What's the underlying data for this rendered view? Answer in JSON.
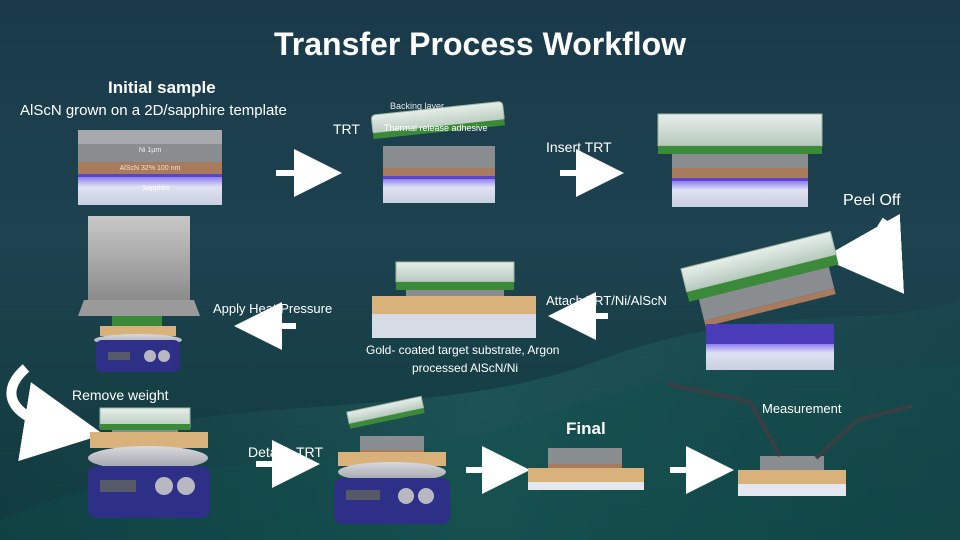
{
  "title": "Transfer Process Workflow",
  "labels": {
    "initial_sample": "Initial sample",
    "initial_sub": "AlScN grown on a 2D/sapphire template",
    "trt": "TRT",
    "backing_layer": "Backing layer",
    "thermal_adhesive": "Thermal release adhesive",
    "insert_trt": "Insert TRT",
    "peel_off": "Peel Off",
    "attach": "Attach TRT/Ni/AlScN",
    "apply_heat": "Apply Heat/Pressure",
    "gold_caption_1": "Gold- coated target substrate, Argon",
    "gold_caption_2": "processed AlScN/Ni",
    "remove_weight": "Remove weight",
    "detach_trt": "Detach TRT",
    "final": "Final",
    "measurement": "Measurement"
  },
  "layers": {
    "ni": "Ni 1µm",
    "alscn": "AlScN 32% 100 nm",
    "sapphire": "Sapphire"
  },
  "colors": {
    "ni": "#8a8d90",
    "alscn": "#a87a5e",
    "sapphire": "#cfd6ea",
    "glow": "#5a44c8",
    "trt_green": "#3a8a3a",
    "gold": "#d8b27a",
    "hotplate": "#2e2f86",
    "arrow": "#ffffff"
  }
}
